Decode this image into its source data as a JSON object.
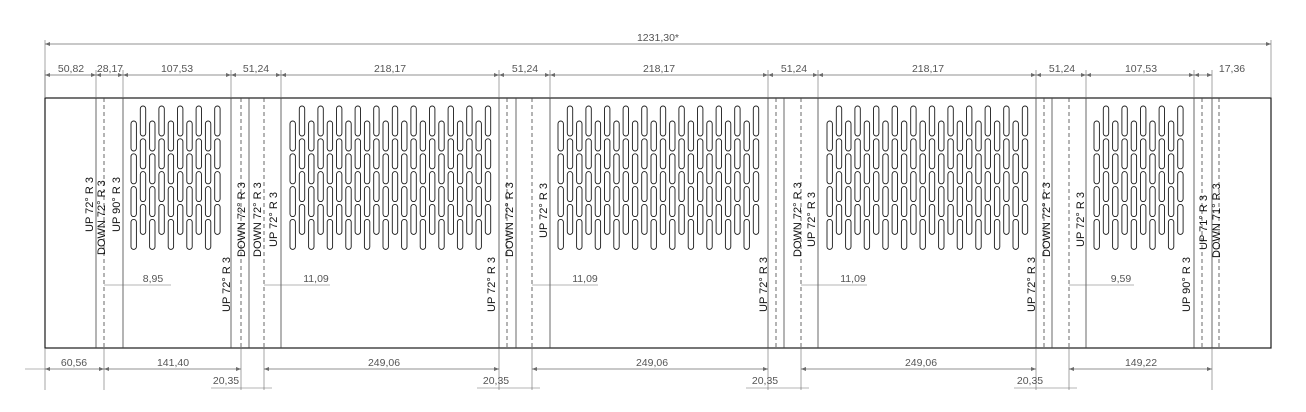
{
  "drawing": {
    "overall_dimension": "1231,30*",
    "top_dimensions": [
      "50,82",
      "28,17",
      "107,53",
      "51,24",
      "218,17",
      "51,24",
      "218,17",
      "51,24",
      "218,17",
      "51,24",
      "107,53",
      "17,36"
    ],
    "bottom_main_dimensions": [
      "60,56",
      "141,40",
      "249,06",
      "249,06",
      "249,06",
      "149,22"
    ],
    "bottom_gap_dimensions": [
      "20,35",
      "20,35",
      "20,35",
      "20,35"
    ],
    "slot_pitch_dimensions": [
      "8,95",
      "11,09",
      "11,09",
      "11,09",
      "9,59"
    ],
    "bend_notes": [
      "UP 72° R 3",
      "DOWN 72° R 3",
      "UP 90° R 3",
      "UP 72° R 3",
      "DOWN 72° R 3",
      "DOWN 72° R 3",
      "UP 72° R 3",
      "UP 72° R 3",
      "DOWN 72° R 3",
      "UP 72° R 3",
      "UP 72° R 3",
      "DOWN 72° R 3",
      "UP 72° R 3",
      "UP 72° R 3",
      "DOWN 72° R 3",
      "UP 72° R 3",
      "UP 90° R 3",
      "UP 71° R 3",
      "DOWN 71° R 3"
    ],
    "colors": {
      "line": "#1a1a1a",
      "dimension": "#6b6b6b",
      "text": "#111111"
    }
  }
}
